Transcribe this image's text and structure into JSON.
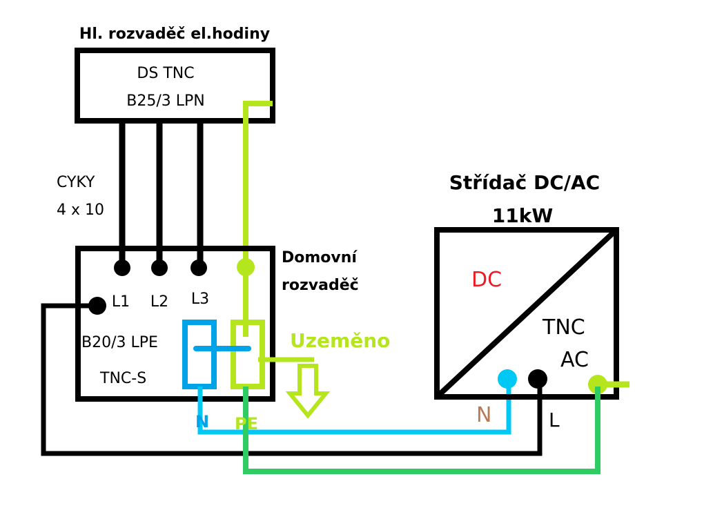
{
  "colors": {
    "wire_phase": "#000000",
    "wire_pe_lime": "#b5e61d",
    "wire_pe_green": "#2ecc63",
    "wire_neutral": "#00c8f5",
    "neutral_terminal_box": "#00a2e8",
    "dc_label": "#ed1c24",
    "inverter_n_label": "#b97a57"
  },
  "main_board": {
    "title": "Hl. rozvaděč el.hodiny",
    "line1": "DS TNC",
    "line2": "B25/3 LPN"
  },
  "cable": {
    "type": "CYKY",
    "size": "4 x 10"
  },
  "house_board": {
    "title_line1": "Domovní",
    "title_line2": "rozvaděč",
    "terminals": [
      "L1",
      "L2",
      "L3"
    ],
    "breaker": "B20/3 LPE",
    "system": "TNC-S",
    "n_label": "N",
    "pe_label": "PE",
    "ground_label": "Uzeměno"
  },
  "inverter": {
    "title": "Střídač DC/AC",
    "power": "11kW",
    "dc_label": "DC",
    "ac_label_line1": "TNC",
    "ac_label_line2": "AC",
    "n_label": "N",
    "l_label": "L"
  }
}
